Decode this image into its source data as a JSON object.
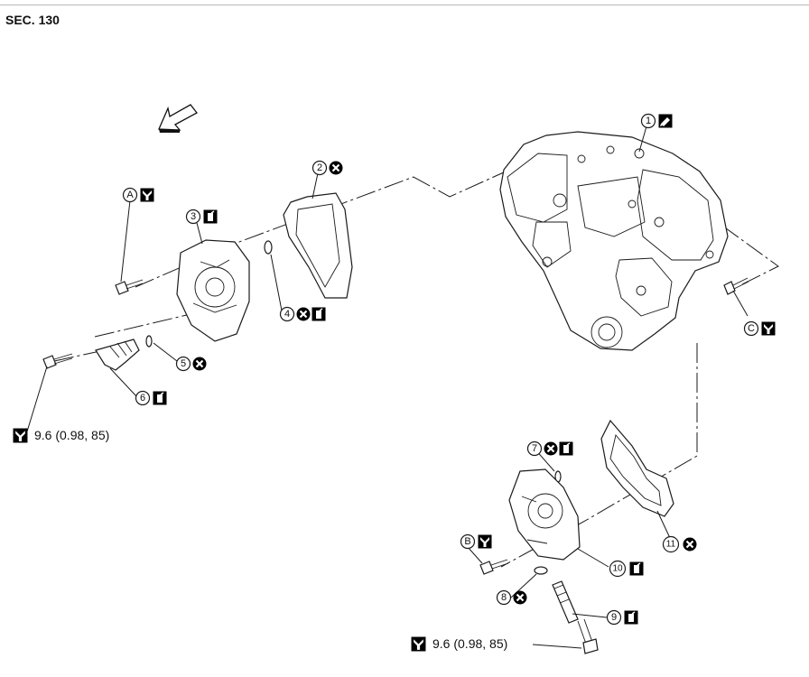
{
  "section": "SEC. 130",
  "callouts": [
    {
      "id": "1",
      "text": "1",
      "symbols": [
        "sealant-icon"
      ]
    },
    {
      "id": "2",
      "text": "2",
      "symbols": [
        "do-not-reuse-icon"
      ]
    },
    {
      "id": "3",
      "text": "3",
      "symbols": [
        "oil-icon"
      ]
    },
    {
      "id": "4",
      "text": "4",
      "symbols": [
        "do-not-reuse-icon",
        "oil-icon"
      ]
    },
    {
      "id": "5",
      "text": "5",
      "symbols": [
        "do-not-reuse-icon"
      ]
    },
    {
      "id": "6",
      "text": "6",
      "symbols": [
        "oil-icon"
      ]
    },
    {
      "id": "7",
      "text": "7",
      "symbols": [
        "do-not-reuse-icon",
        "oil-icon"
      ]
    },
    {
      "id": "8",
      "text": "8",
      "symbols": [
        "do-not-reuse-icon"
      ]
    },
    {
      "id": "9",
      "text": "9",
      "symbols": [
        "oil-icon"
      ]
    },
    {
      "id": "10",
      "text": "10",
      "symbols": [
        "oil-icon"
      ]
    },
    {
      "id": "11",
      "text": "11",
      "symbols": [
        "do-not-reuse-icon"
      ]
    },
    {
      "id": "A",
      "text": "A",
      "symbols": [
        "torque-wrench-icon"
      ]
    },
    {
      "id": "B",
      "text": "B",
      "symbols": [
        "torque-wrench-icon"
      ]
    },
    {
      "id": "C",
      "text": "C",
      "symbols": [
        "torque-wrench-icon"
      ]
    }
  ],
  "torque_specs": [
    {
      "id": "left",
      "text": "9.6 (0.98, 85)"
    },
    {
      "id": "bottom",
      "text": "9.6 (0.98, 85)"
    }
  ],
  "front_arrow": "front-direction-arrow-icon"
}
